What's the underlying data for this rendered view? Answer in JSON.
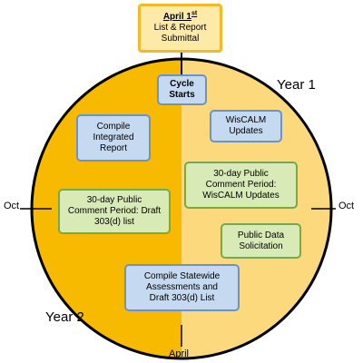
{
  "start_box": {
    "date": "April 1",
    "date_suffix": "st",
    "line2": "List & Report",
    "line3": "Submittal"
  },
  "cycle_start": {
    "line1": "Cycle",
    "line2": "Starts"
  },
  "year_labels": {
    "year1": "Year 1",
    "year2": "Year 2"
  },
  "side_labels": {
    "left": "Oct",
    "right": "Oct",
    "bottom": "April"
  },
  "left_half_boxes": [
    {
      "lines": [
        "Compile",
        "Integrated",
        "Report"
      ]
    },
    {
      "lines": [
        "30-day Public",
        "Comment Period: Draft",
        "303(d) list"
      ]
    }
  ],
  "right_half_boxes": [
    {
      "lines": [
        "WisCALM",
        "Updates"
      ]
    },
    {
      "lines": [
        "30-day Public",
        "Comment Period:",
        "WisCALM Updates"
      ]
    },
    {
      "lines": [
        "Public Data",
        "Solicitation"
      ]
    }
  ],
  "bottom_box": {
    "lines": [
      "Compile Statewide",
      "Assessments and",
      "Draft 303(d) List"
    ]
  },
  "colors": {
    "year2_half": "#f8b901",
    "year1_half": "#fdd97d",
    "circle_outline": "#000000",
    "blue_fill": "#c5d9f1",
    "blue_border": "#6b93c9",
    "green_fill": "#d8eab6",
    "green_border": "#77a94a",
    "title_fill": "#fde9a8",
    "title_border": "#f3b92a"
  }
}
